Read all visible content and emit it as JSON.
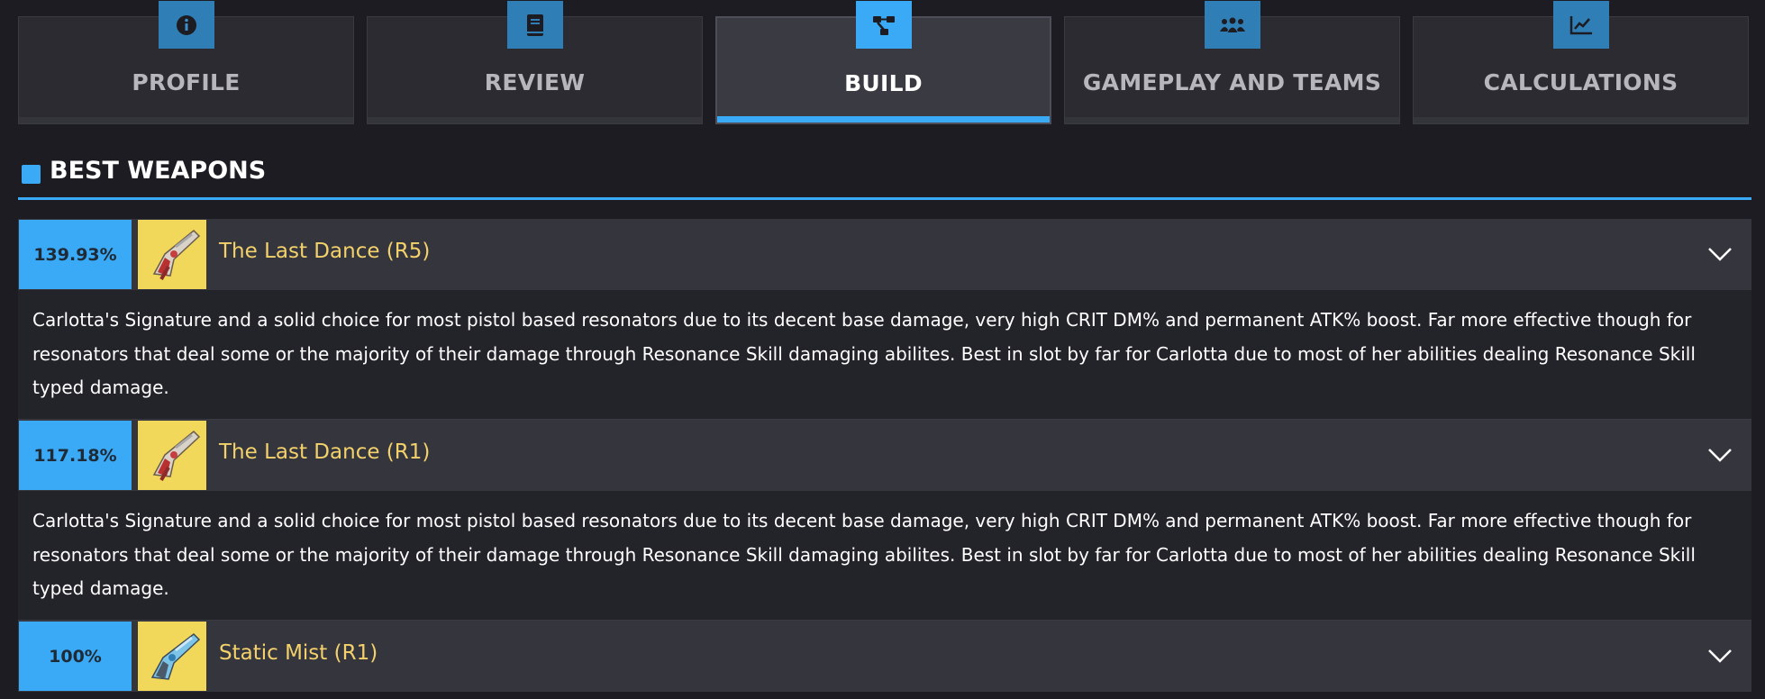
{
  "tabs": [
    {
      "label": "PROFILE",
      "icon": "info-icon"
    },
    {
      "label": "REVIEW",
      "icon": "book-icon"
    },
    {
      "label": "BUILD",
      "icon": "hierarchy-icon",
      "active": true
    },
    {
      "label": "GAMEPLAY AND TEAMS",
      "icon": "team-icon"
    },
    {
      "label": "CALCULATIONS",
      "icon": "chart-line-icon"
    }
  ],
  "section": {
    "title": "BEST WEAPONS"
  },
  "weapons": [
    {
      "percent": "139.93%",
      "name": "The Last Dance (R5)",
      "image": "pistol-red-icon",
      "description": "Carlotta's Signature and a solid choice for most pistol based resonators due to its decent base damage, very high CRIT DM% and permanent ATK% boost. Far more effective though for resonators that deal some or the majority of their damage through Resonance Skill damaging abilites. Best in slot by far for Carlotta due to most of her abilities dealing Resonance Skill typed damage."
    },
    {
      "percent": "117.18%",
      "name": "The Last Dance (R1)",
      "image": "pistol-red-icon",
      "description": "Carlotta's Signature and a solid choice for most pistol based resonators due to its decent base damage, very high CRIT DM% and permanent ATK% boost. Far more effective though for resonators that deal some or the majority of their damage through Resonance Skill damaging abilites. Best in slot by far for Carlotta due to most of her abilities dealing Resonance Skill typed damage."
    },
    {
      "percent": "100%",
      "name": "Static Mist (R1)",
      "image": "pistol-blue-icon"
    }
  ],
  "colors": {
    "accent": "#3aa9f6",
    "background": "#1c1c22",
    "row": "#35353d",
    "weapon_name": "#f3d16b",
    "weapon_bg": "#f2d85a"
  }
}
